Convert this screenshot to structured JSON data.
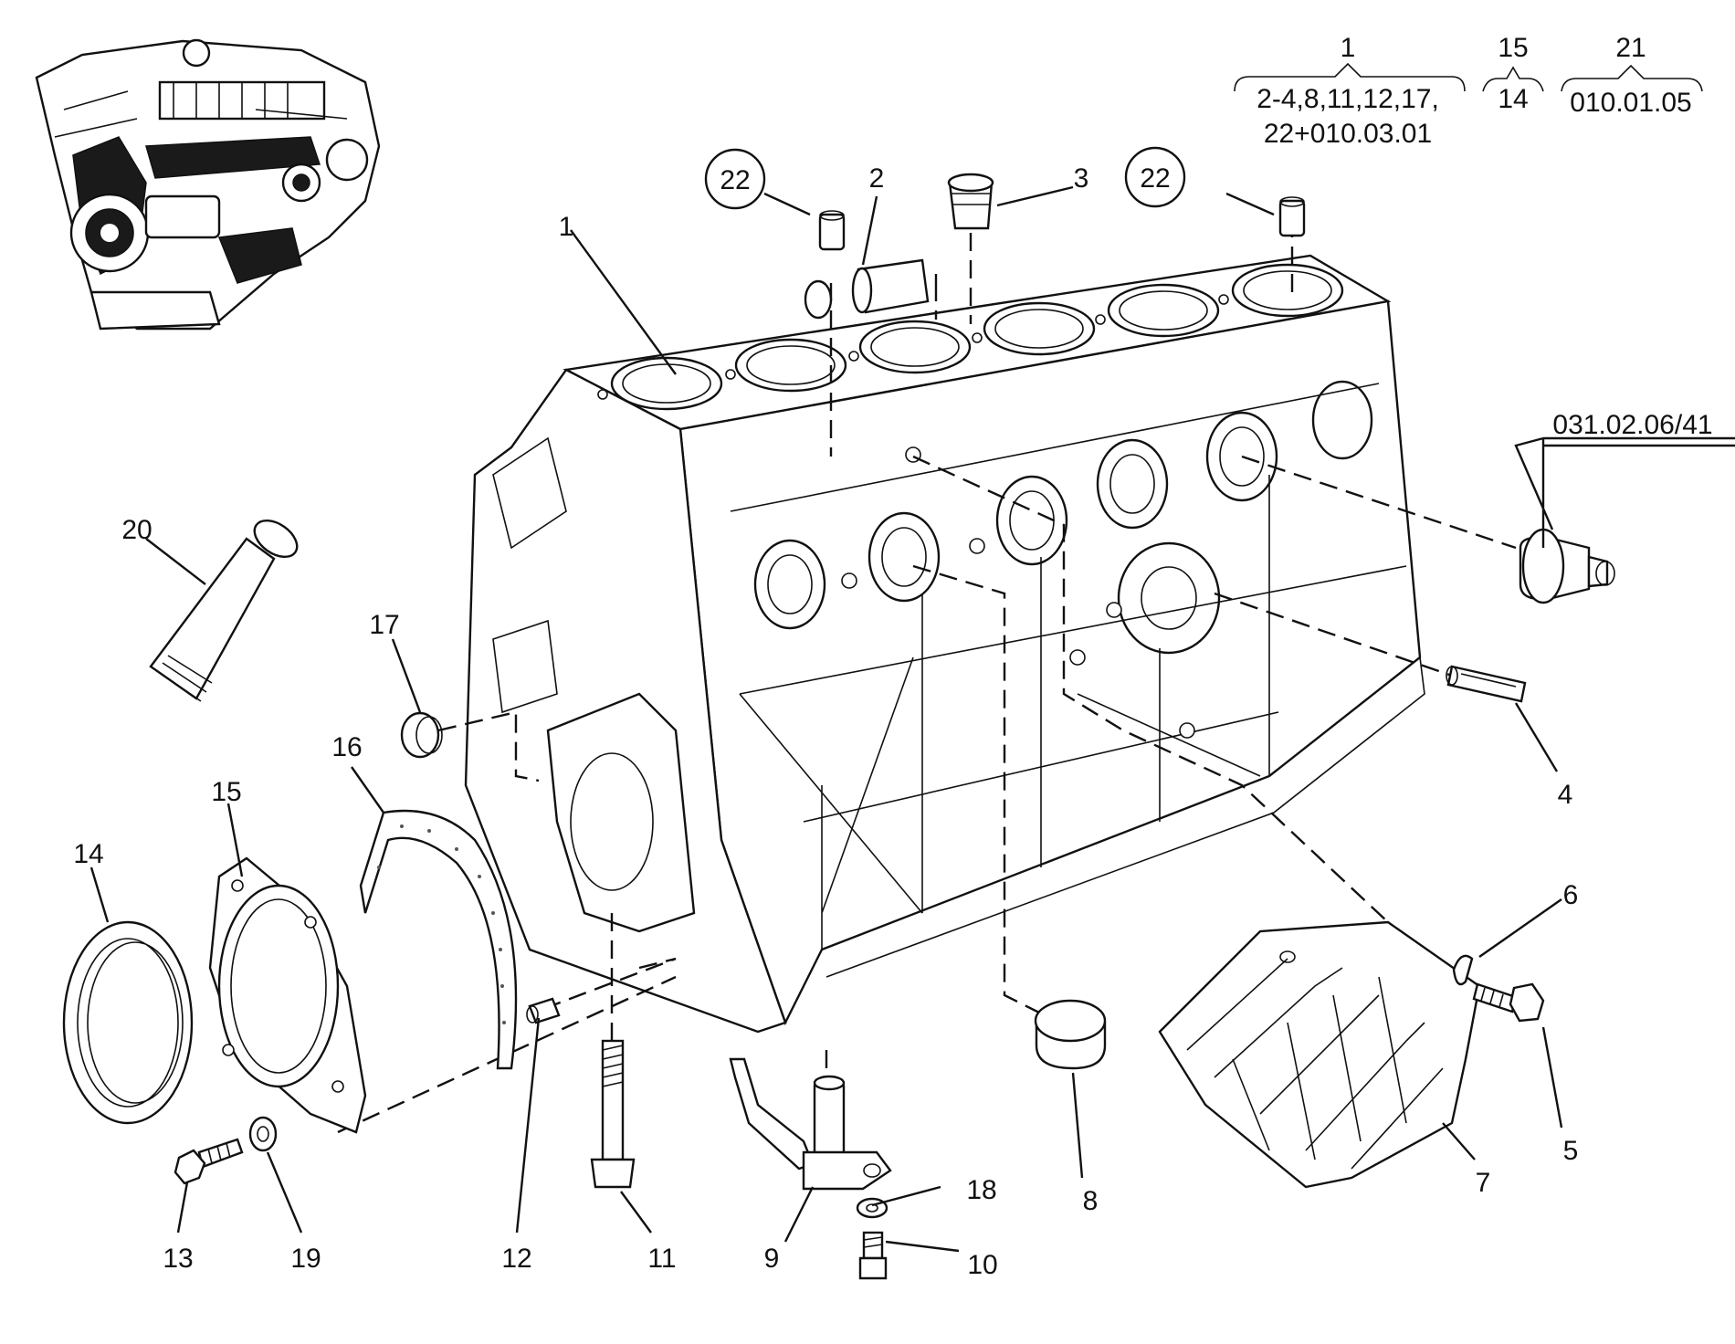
{
  "header_groups": [
    {
      "top": "1",
      "line1": "2-4,8,11,12,17,",
      "line2": "22+010.03.01"
    },
    {
      "top": "15",
      "line1": "14"
    },
    {
      "top": "21",
      "line1": "010.01.05"
    }
  ],
  "reference_label": "031.02.06/41",
  "callouts": {
    "c1": "1",
    "c2": "2",
    "c3": "3",
    "c4": "4",
    "c5": "5",
    "c6": "6",
    "c7": "7",
    "c8": "8",
    "c9": "9",
    "c10": "10",
    "c11": "11",
    "c12": "12",
    "c13": "13",
    "c14": "14",
    "c15": "15",
    "c16": "16",
    "c17": "17",
    "c18": "18",
    "c19": "19",
    "c20": "20",
    "c22a": "22",
    "c22b": "22"
  }
}
